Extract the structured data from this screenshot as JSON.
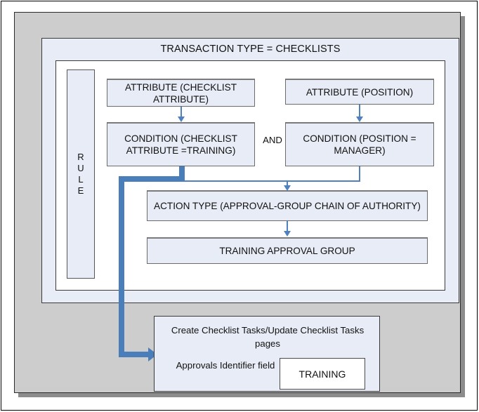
{
  "diagram": {
    "title": "TRANSACTION TYPE = CHECKLISTS",
    "rule_label": "RULE",
    "rule_letters": [
      "R",
      "U",
      "L",
      "E"
    ],
    "operator": "AND",
    "nodes": {
      "attribute_checklist": "ATTRIBUTE (CHECKLIST ATTRIBUTE)",
      "condition_checklist": "CONDITION (CHECKLIST ATTRIBUTE =TRAINING)",
      "attribute_position": "ATTRIBUTE (POSITION)",
      "condition_position": "CONDITION (POSITION = MANAGER)",
      "action_type": "ACTION TYPE (APPROVAL-GROUP CHAIN OF AUTHORITY)",
      "approval_group": "TRAINING APPROVAL GROUP"
    },
    "page_box": {
      "title": "Create Checklist Tasks/Update Checklist Tasks pages",
      "field_label": "Approvals Identifier field",
      "field_value": "TRAINING"
    },
    "colors": {
      "slide_background": "#cdcdcd",
      "node_fill": "#e8ecf6",
      "thin_connector": "#4f81bd",
      "thick_connector": "#4a7ebb",
      "page_background": "#ffffff",
      "inner_panel": "#ffffff",
      "text": "#111111"
    }
  }
}
